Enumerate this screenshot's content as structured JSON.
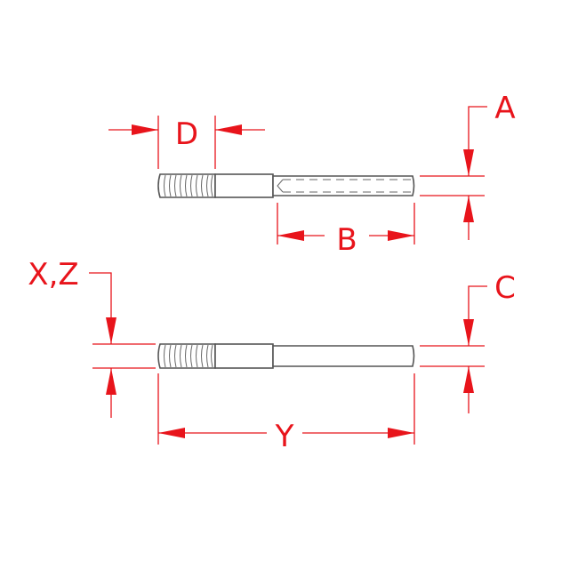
{
  "labels": {
    "a": "A",
    "b": "B",
    "c": "C",
    "d": "D",
    "xz": "X,Z",
    "y": "Y"
  },
  "colors": {
    "dimension": "#e8141b",
    "part_outline": "#555555"
  }
}
